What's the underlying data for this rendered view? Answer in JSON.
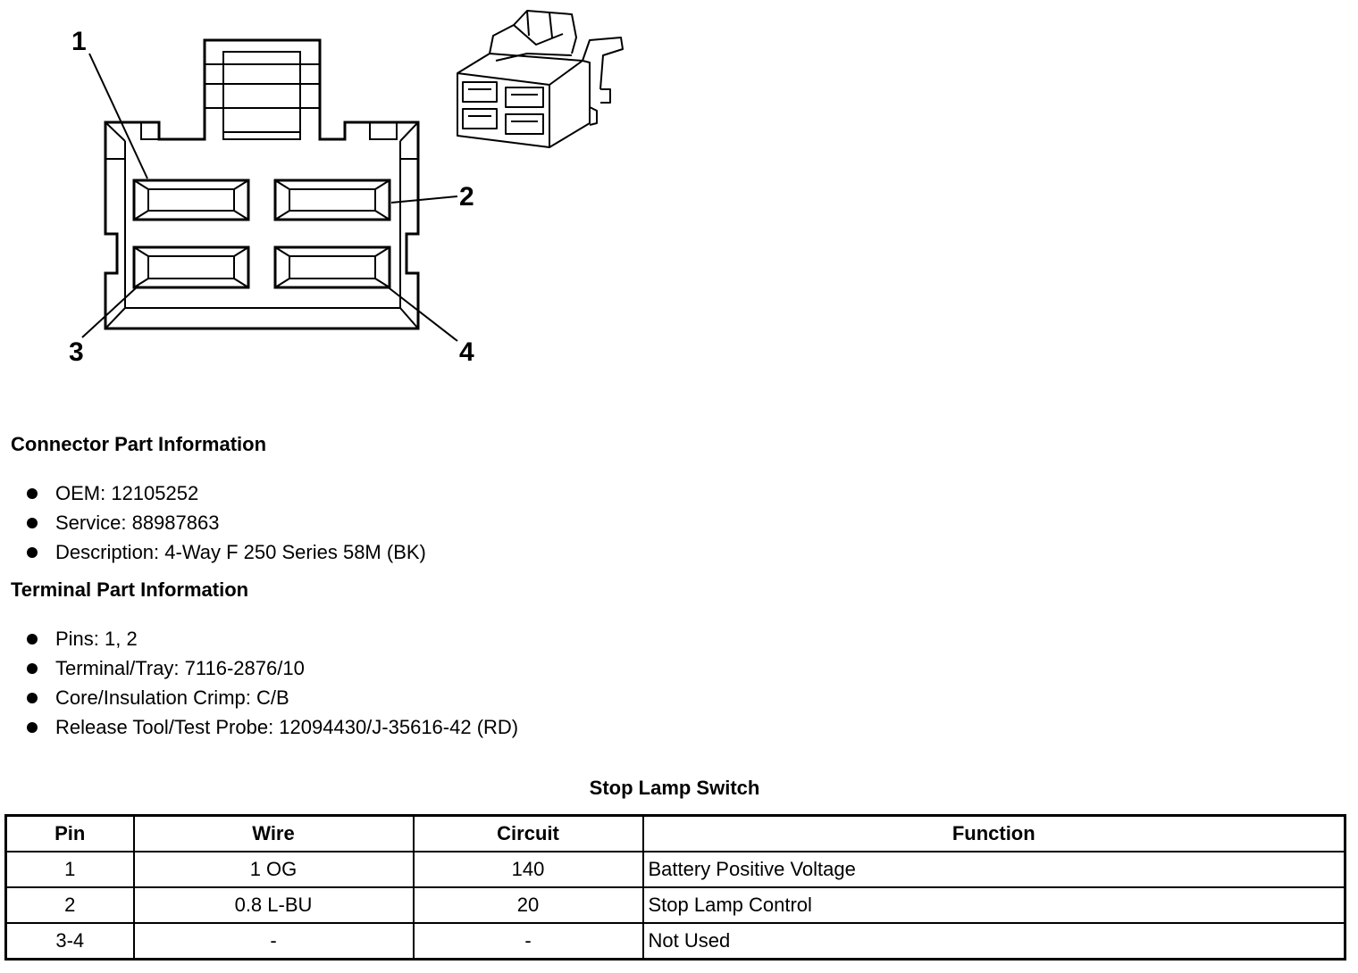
{
  "diagram": {
    "pin_labels": [
      "1",
      "2",
      "3",
      "4"
    ]
  },
  "connector_part_info": {
    "title": "Connector Part Information",
    "items": [
      "OEM: 12105252",
      "Service: 88987863",
      "Description: 4-Way F 250 Series 58M (BK)"
    ]
  },
  "terminal_part_info": {
    "title": "Terminal Part Information",
    "items": [
      "Pins: 1, 2",
      "Terminal/Tray: 7116-2876/10",
      "Core/Insulation Crimp: C/B",
      "Release Tool/Test Probe: 12094430/J-35616-42 (RD)"
    ]
  },
  "pin_table": {
    "caption": "Stop Lamp Switch",
    "headers": [
      "Pin",
      "Wire",
      "Circuit",
      "Function"
    ],
    "rows": [
      [
        "1",
        "1 OG",
        "140",
        "Battery Positive Voltage"
      ],
      [
        "2",
        "0.8 L-BU",
        "20",
        "Stop Lamp Control"
      ],
      [
        "3-4",
        "-",
        "-",
        "Not Used"
      ]
    ]
  }
}
